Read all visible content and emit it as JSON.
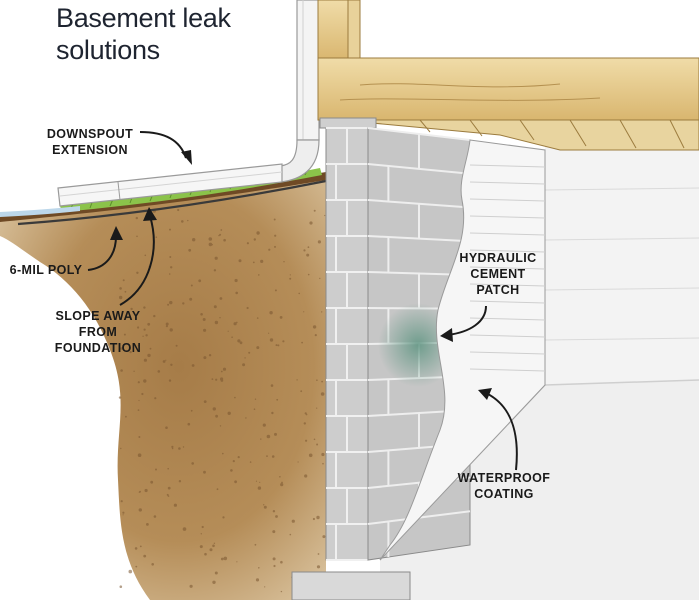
{
  "title_lines": [
    "Basement leak",
    "solutions"
  ],
  "labels": {
    "downspout": [
      "DOWNSPOUT",
      "EXTENSION"
    ],
    "poly": [
      "6-MIL POLY"
    ],
    "slope": [
      "SLOPE AWAY",
      "FROM",
      "FOUNDATION"
    ],
    "hydraulic": [
      "HYDRAULIC",
      "CEMENT",
      "PATCH"
    ],
    "waterproof": [
      "WATERPROOF",
      "COATING"
    ]
  },
  "colors": {
    "soil": "#b9905a",
    "soil_dark": "#8c6435",
    "block": "#c9c9c9",
    "mortar": "#f2f2f2",
    "coating": "#f4f4f4",
    "joist": "#e3c989",
    "grass": "#8bc34a",
    "stain": "#6c9c88",
    "footing": "#d6d6d6"
  }
}
